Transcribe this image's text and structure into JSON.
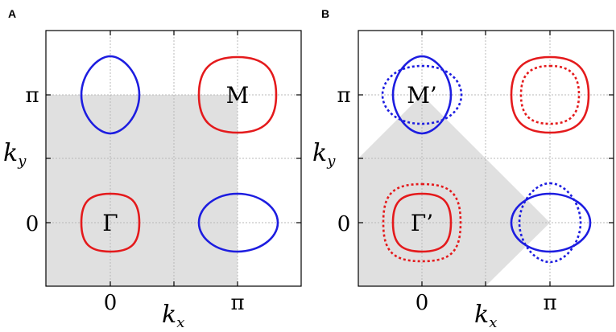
{
  "colors": {
    "electron_pocket": "#e41a1c",
    "hole_pocket": "#1d1de0",
    "shading": "#e0e0e0",
    "grid": "#b0b0b0"
  },
  "panel_a": {
    "label": "A",
    "xtick_0": "0",
    "xtick_pi": "π",
    "ytick_0": "0",
    "ytick_pi": "π",
    "xlabel_main": "k",
    "xlabel_sub": "x",
    "ylabel_main": "k",
    "ylabel_sub": "y",
    "point_gamma": "Γ",
    "point_m": "M"
  },
  "panel_b": {
    "label": "B",
    "xtick_0": "0",
    "xtick_pi": "π",
    "ytick_0": "0",
    "ytick_pi": "π",
    "xlabel_main": "k",
    "xlabel_sub": "x",
    "ylabel_main": "k",
    "ylabel_sub": "y",
    "point_gamma": "Γ’",
    "point_m": "M’"
  }
}
